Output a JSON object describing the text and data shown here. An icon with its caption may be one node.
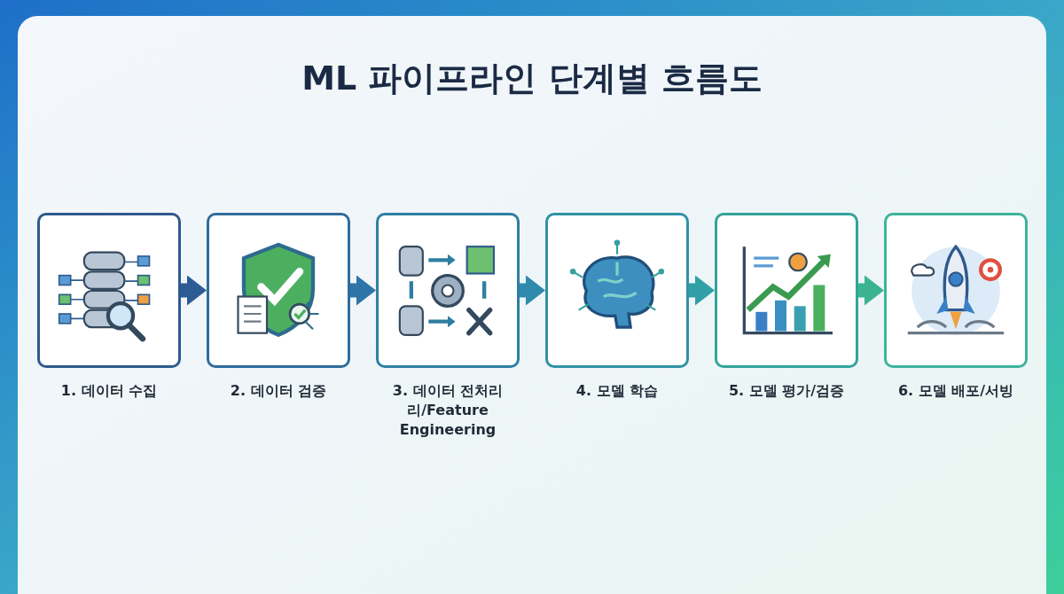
{
  "diagram": {
    "title": "ML 파이프라인 단계별 흐름도",
    "nodes": [
      {
        "text": [
          "1. 데이터 수집"
        ]
      },
      {
        "text": [
          "2. 데이터 검증"
        ]
      },
      {
        "text": [
          "3. 데이터 전처리 리/Feature Engineering"
        ]
      },
      {
        "text": [
          "4. 모델 학습"
        ]
      },
      {
        "text": [
          "5. 모델 평가/검증"
        ]
      },
      {
        "text": [
          "6. 모델 배포/서빙"
        ]
      }
    ],
    "edges": [
      {
        "from": 0,
        "to": 1,
        "arrow": "to",
        "color": "#2d5b94"
      },
      {
        "from": 1,
        "to": 2,
        "arrow": "to",
        "color": "#2f74a8"
      },
      {
        "from": 2,
        "to": 3,
        "arrow": "to",
        "color": "#2f8aab"
      },
      {
        "from": 3,
        "to": 4,
        "arrow": "to",
        "color": "#30a0a6"
      },
      {
        "from": 4,
        "to": 5,
        "arrow": "to",
        "color": "#3bb391"
      }
    ]
  }
}
